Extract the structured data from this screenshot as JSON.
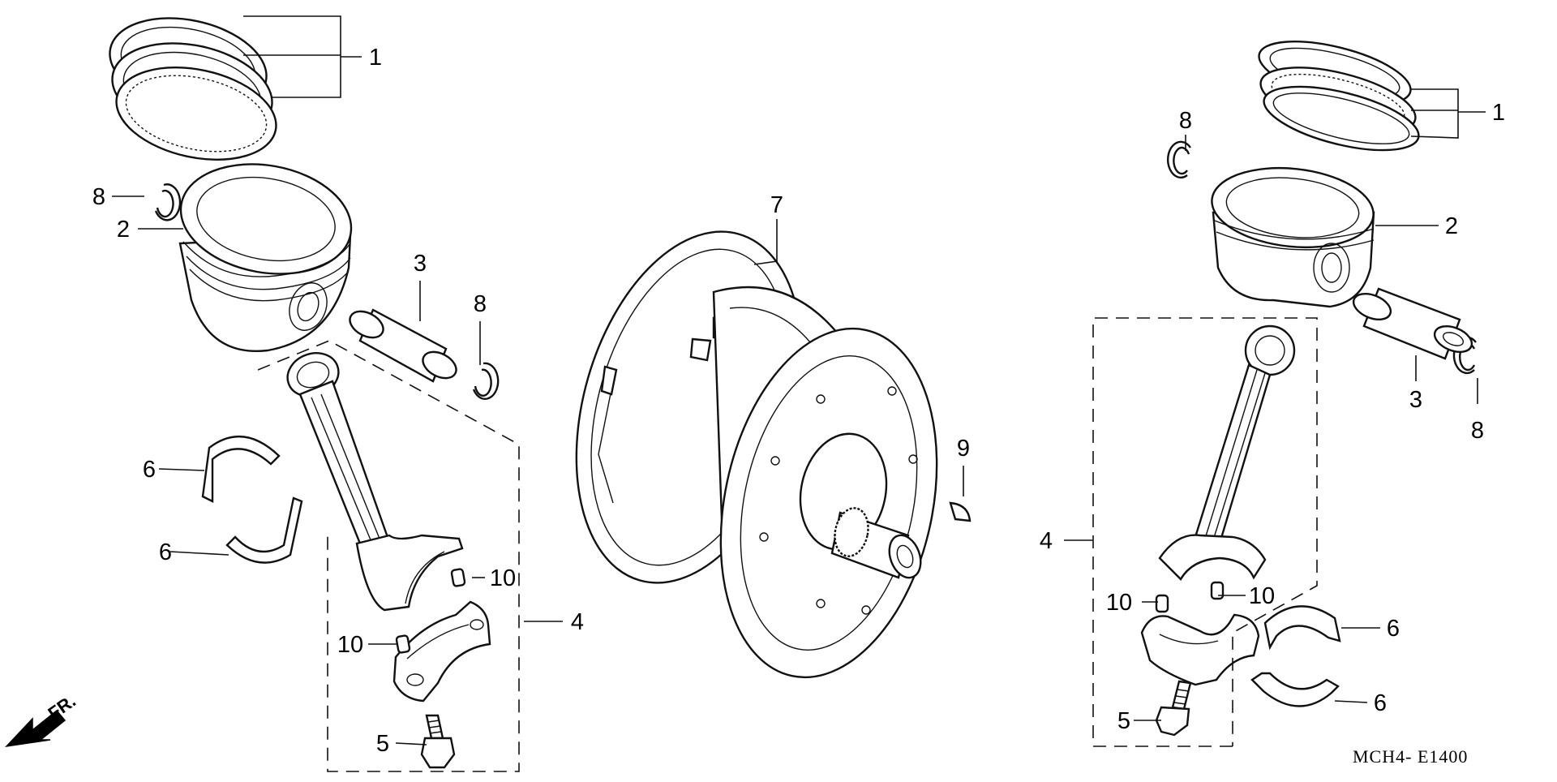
{
  "diagram": {
    "drawing_code": "MCH4- E1400",
    "front_marker": "FR.",
    "callouts": {
      "l_rings": "1",
      "l_piston": "2",
      "l_pin": "3",
      "l_rod_assy": "4",
      "l_bolt": "5",
      "l_bearing_upper": "6",
      "l_bearing_lower": "6",
      "l_clip_a": "8",
      "l_clip_b": "8",
      "l_dowel_a": "10",
      "l_dowel_b": "10",
      "crankshaft": "7",
      "key": "9",
      "r_rings": "1",
      "r_piston": "2",
      "r_pin": "3",
      "r_rod_assy": "4",
      "r_bolt": "5",
      "r_bearing_upper": "6",
      "r_bearing_lower": "6",
      "r_clip_a": "8",
      "r_clip_b": "8",
      "r_dowel_a": "10",
      "r_dowel_b": "10"
    }
  }
}
